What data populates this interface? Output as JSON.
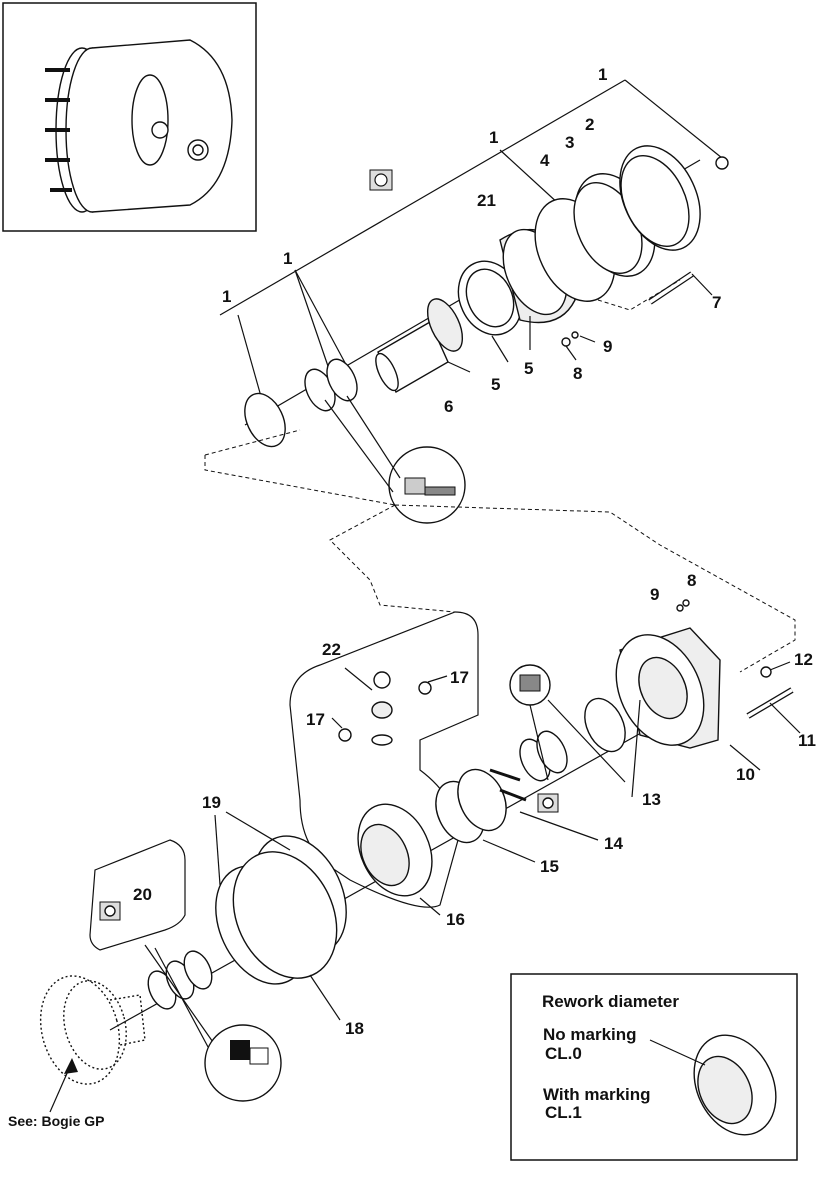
{
  "callouts": {
    "c1a": "1",
    "c1b": "1",
    "c1c": "1",
    "c1d": "1",
    "c2": "2",
    "c3": "3",
    "c4": "4",
    "c5a": "5",
    "c5b": "5",
    "c6": "6",
    "c7": "7",
    "c8a": "8",
    "c8b": "8",
    "c9a": "9",
    "c9b": "9",
    "c10": "10",
    "c11": "11",
    "c12": "12",
    "c13": "13",
    "c14": "14",
    "c15": "15",
    "c16": "16",
    "c17a": "17",
    "c17b": "17",
    "c18": "18",
    "c19": "19",
    "c20": "20",
    "c21": "21",
    "c22": "22"
  },
  "rework_box": {
    "title": "Rework diameter",
    "option1_line1": "No marking",
    "option1_line2": "CL.0",
    "option2_line1": "With marking",
    "option2_line2": "CL.1"
  },
  "see_note": "See: Bogie GP"
}
